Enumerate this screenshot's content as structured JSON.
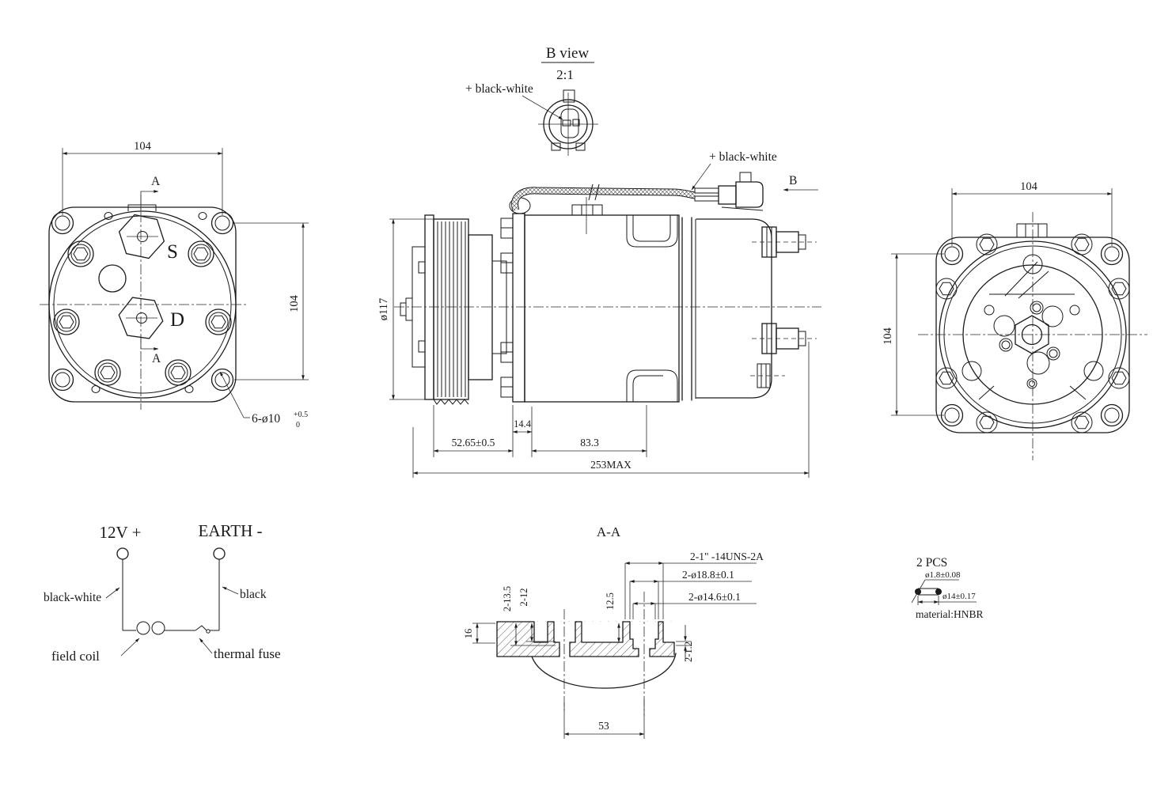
{
  "b_view": {
    "title": "B view",
    "scale": "2:1",
    "connector_label": "+ black-white"
  },
  "front_view": {
    "dim_width": "104",
    "dim_height": "104",
    "section_arrow_top": "A",
    "section_arrow_bottom": "A",
    "suction_port": "S",
    "discharge_port": "D",
    "mount_hole_callout": "6-ø10",
    "mount_hole_tol_upper": "+0.5",
    "mount_hole_tol_lower": "0"
  },
  "side_view": {
    "pulley_dia": "ø117",
    "wire_label": "+ black-white",
    "view_arrow": "B",
    "dim_clutch_face": "14.4",
    "dim_pulley_offset": "52.65±0.5",
    "dim_body": "83.3",
    "dim_overall": "253MAX"
  },
  "rear_view": {
    "dim_width": "104",
    "dim_height": "104"
  },
  "wiring": {
    "positive": "12V +",
    "negative": "EARTH -",
    "positive_wire": "black-white",
    "negative_wire": "black",
    "coil": "field coil",
    "fuse": "thermal fuse"
  },
  "section_aa": {
    "title": "A-A",
    "thread_callout": "2-1\" -14UNS-2A",
    "counterbore": "2-ø18.8±0.1",
    "bore": "2-ø14.6±0.1",
    "dim_height": "16",
    "dim_depth1": "2-13.5",
    "dim_depth2": "2-12",
    "dim_depth3": "12.5",
    "dim_step": "2-1.2",
    "dim_port_spacing": "53"
  },
  "oring": {
    "qty": "2 PCS",
    "cross_section": "ø1.8±0.08",
    "inner_dia": "ø14±0.17",
    "material": "material:HNBR"
  }
}
